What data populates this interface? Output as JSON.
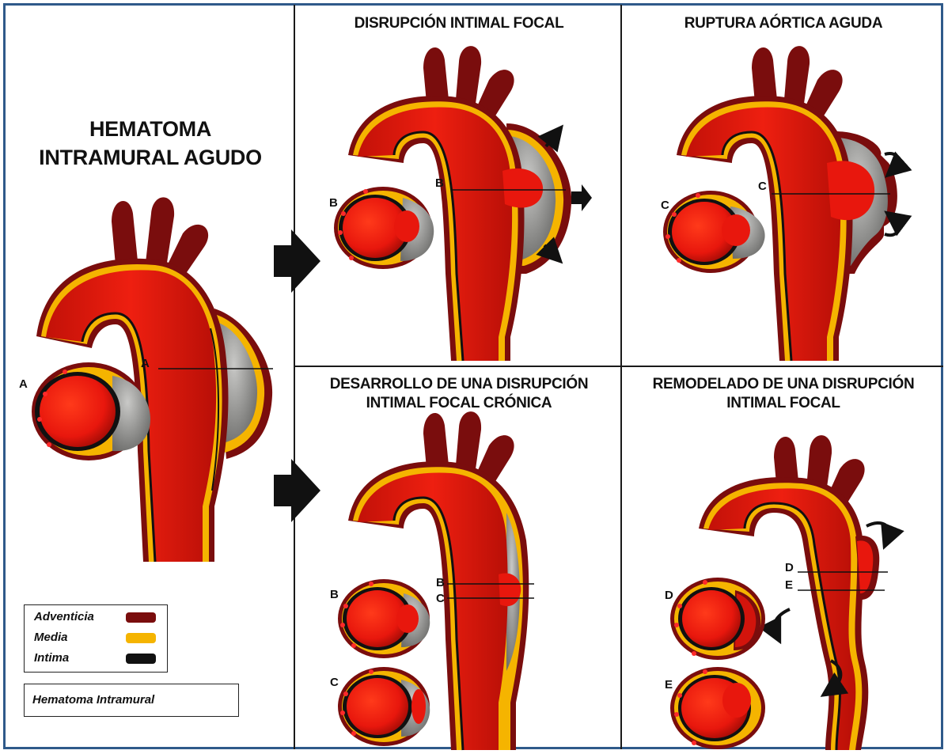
{
  "colors": {
    "adventicia": "#7a0d0d",
    "media": "#f5b400",
    "intima": "#111111",
    "lumen": "#e8170d",
    "hematoma": "#8a8a88",
    "frame": "#2f5a8a"
  },
  "panels": {
    "main": {
      "title_line1": "HEMATOMA",
      "title_line2": "INTRAMURAL AGUDO"
    },
    "p1": {
      "title": "DISRUPCIÓN INTIMAL FOCAL"
    },
    "p2": {
      "title": "RUPTURA AÓRTICA AGUDA"
    },
    "p3": {
      "title_line1": "DESARROLLO DE UNA DISRUPCIÓN",
      "title_line2": "INTIMAL FOCAL CRÓNICA"
    },
    "p4": {
      "title_line1": "REMODELADO DE UNA DISRUPCIÓN",
      "title_line2": "INTIMAL  FOCAL"
    }
  },
  "labels": {
    "A": "A",
    "B": "B",
    "C": "C",
    "D": "D",
    "E": "E"
  },
  "legend": {
    "items": [
      {
        "label": "Adventicia",
        "color": "#7a0d0d"
      },
      {
        "label": "Media",
        "color": "#f5b400"
      },
      {
        "label": "Intima",
        "color": "#111111"
      }
    ],
    "hematoma_label": "Hematoma Intramural"
  }
}
